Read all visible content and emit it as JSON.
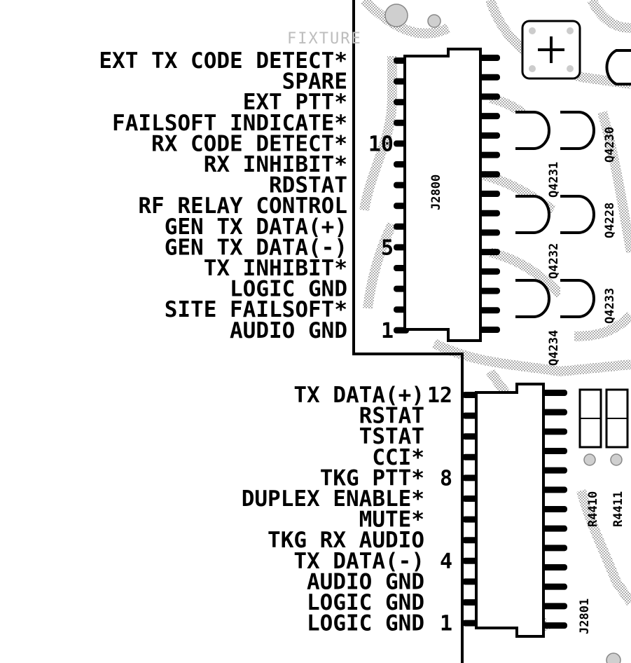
{
  "connector_top": {
    "ref": "J2800",
    "fixture_text": "FIXTURE",
    "labels": [
      "EXT TX CODE DETECT*",
      "SPARE",
      "EXT PTT*",
      "FAILSOFT INDICATE*",
      "RX CODE DETECT*",
      "RX INHIBIT*",
      "RDSTAT",
      "RF RELAY CONTROL",
      "GEN TX DATA(+)",
      "GEN TX DATA(-)",
      "TX INHIBIT*",
      "LOGIC GND",
      "SITE FAILSOFT*",
      "AUDIO GND"
    ],
    "pin_numbers": [
      {
        "row": 4,
        "text": "10"
      },
      {
        "row": 9,
        "text": "5"
      },
      {
        "row": 13,
        "text": "1"
      }
    ]
  },
  "connector_bottom": {
    "ref": "J2801",
    "labels": [
      "TX DATA(+)",
      "RSTAT",
      "TSTAT",
      "CCI*",
      "TKG PTT*",
      "DUPLEX ENABLE*",
      "MUTE*",
      "TKG RX AUDIO",
      "TX DATA(-)",
      "AUDIO GND",
      "LOGIC GND",
      "LOGIC GND"
    ],
    "pin_numbers": [
      {
        "row": 0,
        "text": "12"
      },
      {
        "row": 4,
        "text": "8"
      },
      {
        "row": 8,
        "text": "4"
      },
      {
        "row": 11,
        "text": "1"
      }
    ]
  },
  "components": {
    "transistors": [
      "Q4230",
      "Q4231",
      "Q4228",
      "Q4232",
      "Q4233",
      "Q4234"
    ],
    "resistors": [
      "R4410",
      "R4411"
    ]
  }
}
